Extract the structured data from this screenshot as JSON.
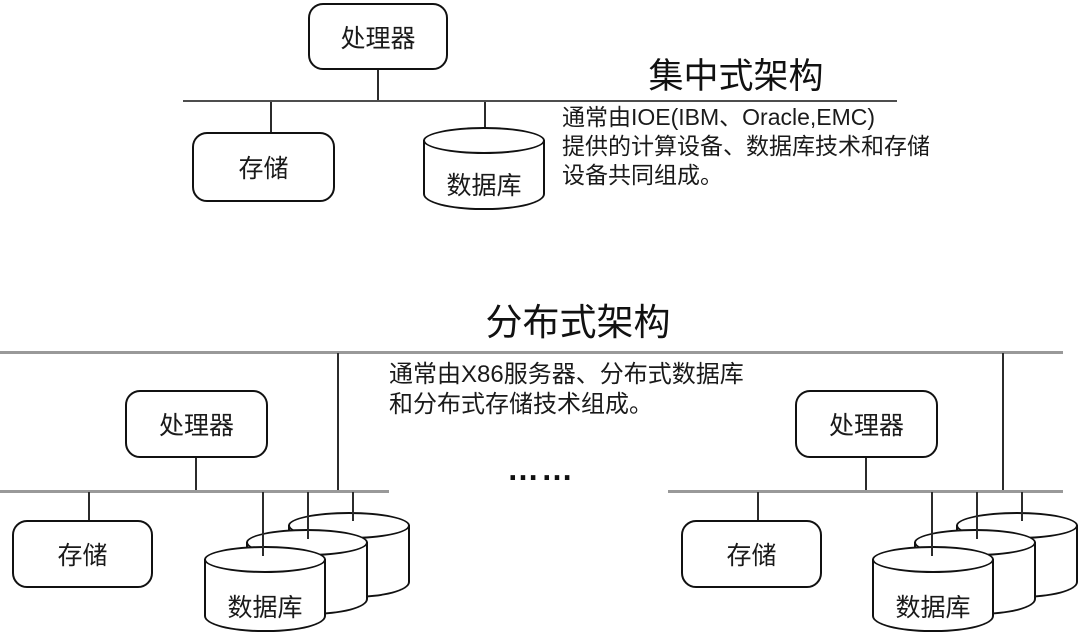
{
  "sections": {
    "centralized": {
      "title": "集中式架构",
      "description_lines": [
        "通常由IOE(IBM、Oracle,EMC)",
        "提供的计算设备、数据库技术和存储",
        "设备共同组成。"
      ],
      "nodes": {
        "processor": "处理器",
        "storage": "存储",
        "database": "数据库"
      }
    },
    "distributed": {
      "title": "分布式架构",
      "description_lines": [
        "通常由X86服务器、分布式数据库",
        "和分布式存储技术组成。"
      ],
      "ellipsis": "……",
      "clusters": [
        {
          "processor": "处理器",
          "storage": "存储",
          "database": "数据库"
        },
        {
          "processor": "处理器",
          "storage": "存储",
          "database": "数据库"
        }
      ]
    }
  },
  "colors": {
    "background": "#ffffff",
    "shape_stroke": "#111111",
    "bus_gray": "#999999",
    "bus_dark": "#4d4d4d",
    "text": "#1a1a1a"
  }
}
